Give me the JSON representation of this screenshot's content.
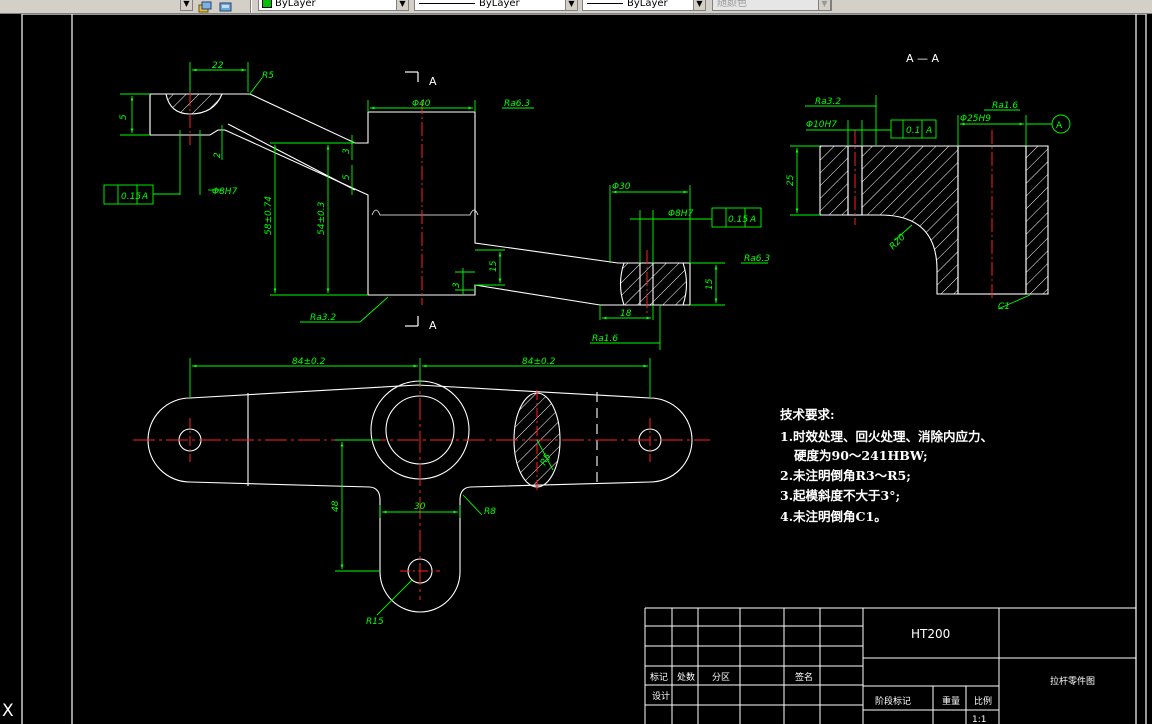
{
  "toolbar": {
    "color_value": "ByLayer",
    "linetype_value": "ByLayer",
    "lineweight_value": "ByLayer",
    "plotstyle_value": "随颜色"
  },
  "drawing": {
    "section_marker": "A",
    "section_title": "A — A",
    "datum_label": "A",
    "dims_top_view": {
      "d22": "22",
      "r5": "R5",
      "d5a": "5",
      "d2": "2",
      "d8h7": "Φ8H7",
      "tol_a": "0.15",
      "tol_a_ref": "A",
      "d40": "Φ40",
      "ra63a": "Ra6.3",
      "d3": "3",
      "d5b": "5",
      "h58": "58±0.74",
      "d54": "54±0.3",
      "d30": "Φ30",
      "d8h7b": "Φ8H7",
      "tol_b": "0.15",
      "tol_b_ref": "A",
      "ra63b": "Ra6.3",
      "d15a": "15",
      "d15b": "15",
      "d3b": "3",
      "d18": "18",
      "ra32a": "Ra3.2",
      "ra16a": "Ra1.6"
    },
    "dims_section": {
      "ra32": "Ra3.2",
      "d10h7": "Φ10H7",
      "par": "0.1",
      "par_ref": "A",
      "ra16": "Ra1.6",
      "d25h9": "Φ25H9",
      "d25": "25",
      "r20": "R20",
      "c1": "C1"
    },
    "dims_plan": {
      "d84a": "84±0.2",
      "d84b": "84±0.2",
      "r5": "R5",
      "d48": "48",
      "d30": "30",
      "r8": "R8",
      "r15": "R15"
    },
    "notes": {
      "heading": "技术要求:",
      "line1": "1.时效处理、回火处理、消除内应力、",
      "line1b": "硬度为90～241HBW;",
      "line2": "2.未注明倒角R3～R5;",
      "line3": "3.起模斜度不大于3°;",
      "line4": "4.未注明倒角C1。"
    },
    "title_block": {
      "material": "HT200",
      "part_name": "拉杆零件图",
      "hdr_mark": "标记",
      "hdr_count": "处数",
      "hdr_zone": "分区",
      "hdr_sign": "签名",
      "hdr_design": "设计",
      "hdr_stage": "阶段标记",
      "hdr_weight": "重量",
      "hdr_scale": "比例",
      "scale_value": "1:1"
    },
    "ucs_label": "X"
  }
}
